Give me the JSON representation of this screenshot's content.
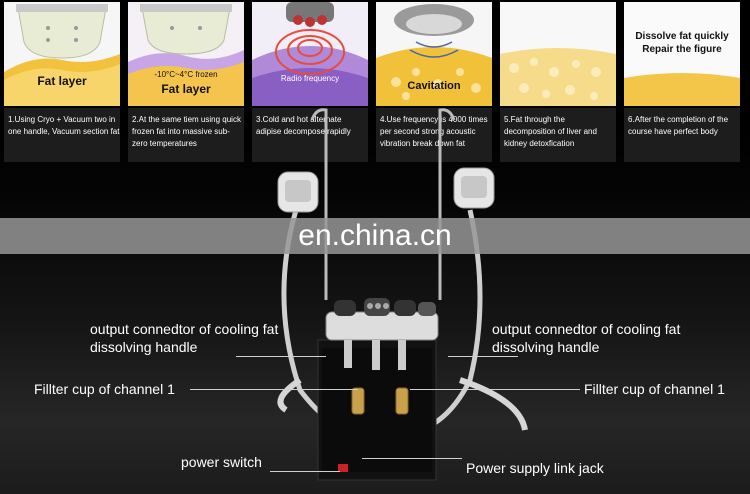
{
  "panels": [
    {
      "image_text": "Fat layer",
      "caption": "1.Using Cryo + Vacuum two in one handle, Vacuum section fat"
    },
    {
      "image_text": "Fat layer",
      "image_subtext": "-10°C~4°C frozen",
      "caption": "2.At the same tiem using quick frozen fat into massive sub-zero temperatures"
    },
    {
      "image_text": "Radio frequency",
      "caption": "3.Cold and hot alternate adipise decompose rapidly"
    },
    {
      "image_text": "Cavitation",
      "caption": "4.Use frequency is 4000 times per second strong acoustic vibration break down fat"
    },
    {
      "caption": "5.Fat through the decomposition of liver and kidney detoxfication"
    },
    {
      "image_text": "Dissolve fat quickly Repair the figure",
      "caption": "6.After the completion of the course have perfect body"
    }
  ],
  "watermark": "en.china.cn",
  "labels": {
    "cooling_left": "output connedtor of cooling fat dissolving handle",
    "cooling_right": "output connedtor of cooling fat dissolving handle",
    "filter_left": "Fillter cup of channel 1",
    "filter_right": "Fillter cup of channel 1",
    "power_switch": "power switch",
    "power_jack": "Power supply link jack"
  }
}
